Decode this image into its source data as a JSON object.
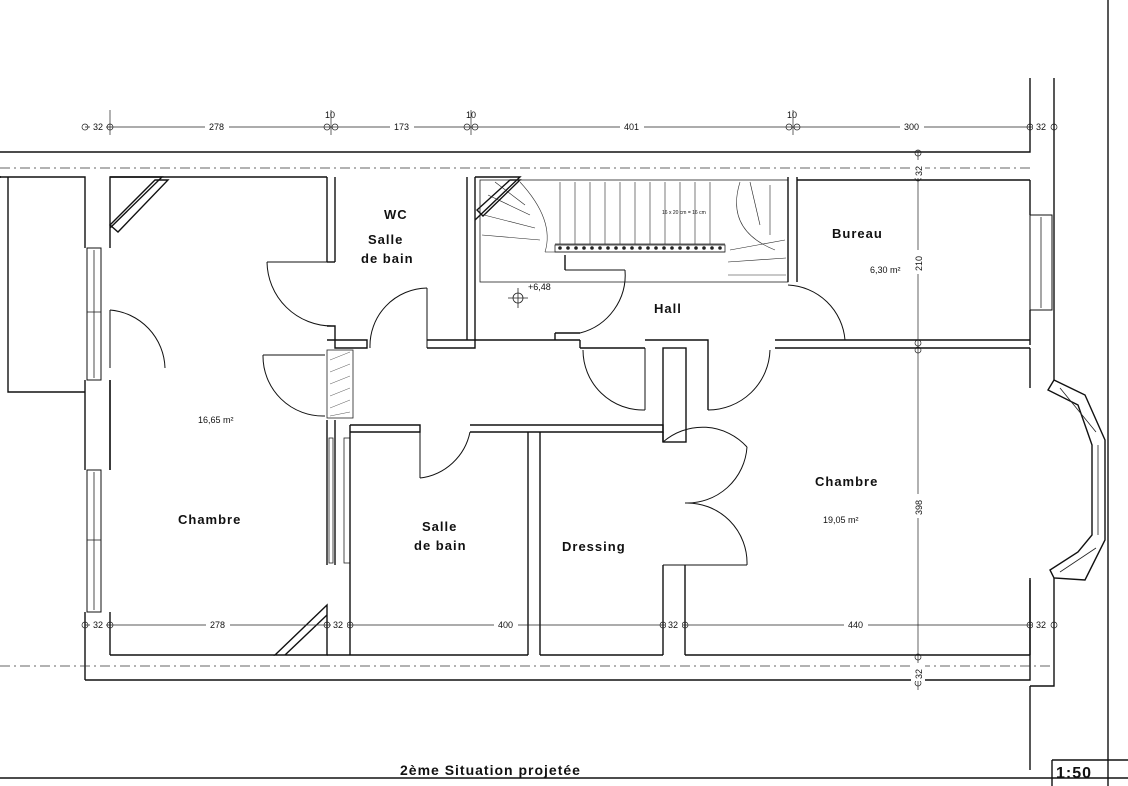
{
  "title": "2ème Situation projetée",
  "scale": "1:50",
  "rooms": {
    "wc": "WC",
    "salle_de_bain_1_line1": "Salle",
    "salle_de_bain_1_line2": "de bain",
    "hall": "Hall",
    "bureau": "Bureau",
    "bureau_area": "6,30 m²",
    "chambre_left": "Chambre",
    "chambre_left_area": "16,65 m²",
    "salle_de_bain_2_line1": "Salle",
    "salle_de_bain_2_line2": "de bain",
    "dressing": "Dressing",
    "chambre_right": "Chambre",
    "chambre_right_area": "19,05 m²"
  },
  "level_mark": "+6,48",
  "stair_note": "16 x 20 cm = 16 cm",
  "dimensions": {
    "top": [
      "32",
      "278",
      "10",
      "173",
      "10",
      "401",
      "10",
      "300",
      "32"
    ],
    "bottom": [
      "32",
      "278",
      "32",
      "400",
      "32",
      "440",
      "32"
    ],
    "right_vertical": [
      "32",
      "210",
      "398",
      "32"
    ]
  }
}
